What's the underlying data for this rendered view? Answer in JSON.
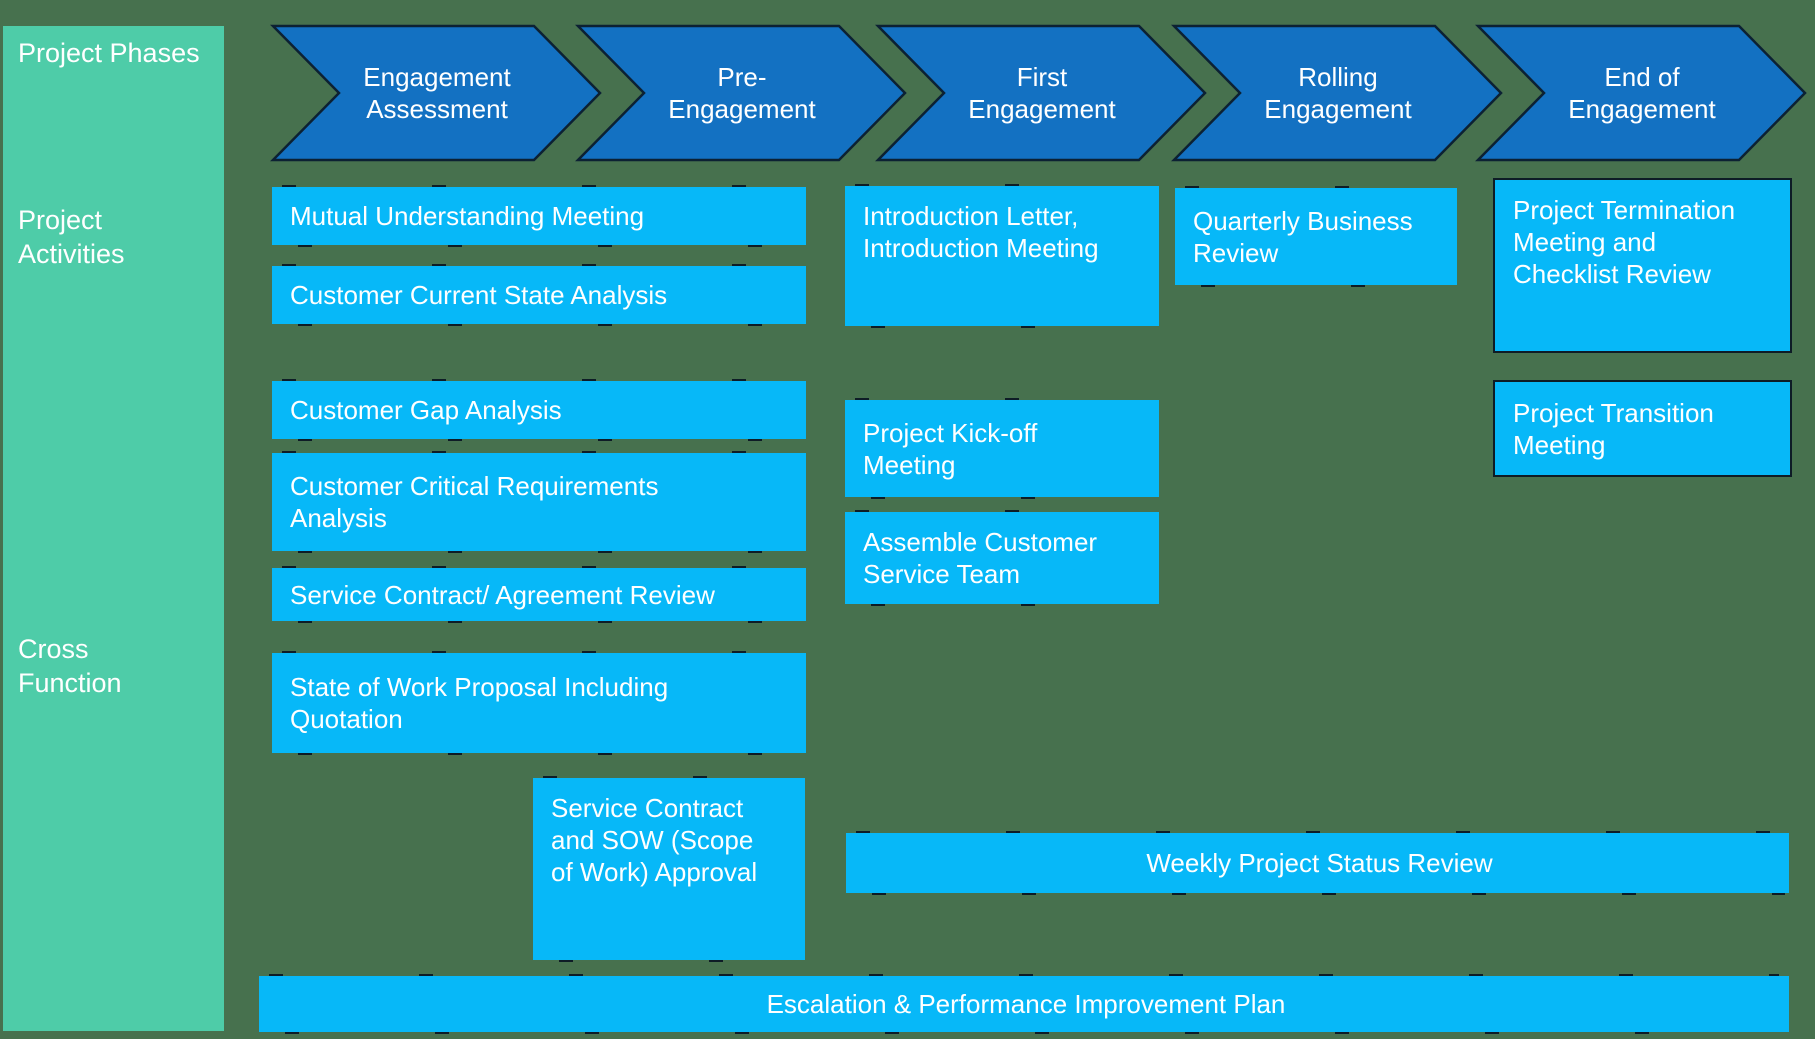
{
  "colors": {
    "bg": "#47714E",
    "sidebar": "#4ECCA8",
    "box": "#07B8F8",
    "chevron": "#1371C2",
    "chevron_border": "#0C2133",
    "tick": "#0E1C26",
    "text": "#FFFFFF"
  },
  "sidebar": {
    "labels": [
      "Project Phases",
      "Project\nActivities",
      "Cross\nFunction"
    ]
  },
  "phases": [
    {
      "label": "Engagement\nAssessment"
    },
    {
      "label": "Pre-\nEngagement"
    },
    {
      "label": "First\nEngagement"
    },
    {
      "label": "Rolling\nEngagement"
    },
    {
      "label": "End of\nEngagement"
    }
  ],
  "boxes": [
    {
      "label": "Mutual Understanding Meeting"
    },
    {
      "label": "Customer Current State Analysis"
    },
    {
      "label": "Customer Gap Analysis"
    },
    {
      "label": "Customer Critical Requirements\nAnalysis"
    },
    {
      "label": "Service Contract/ Agreement Review"
    },
    {
      "label": "State of Work Proposal Including\nQuotation"
    },
    {
      "label": "Service Contract\nand SOW (Scope\nof Work) Approval"
    },
    {
      "label": "Introduction Letter,\nIntroduction Meeting"
    },
    {
      "label": "Project Kick-off\nMeeting"
    },
    {
      "label": "Assemble Customer\nService Team"
    },
    {
      "label": "Quarterly Business\nReview"
    },
    {
      "label": "Project Termination\nMeeting and\nChecklist Review"
    },
    {
      "label": "Project Transition\nMeeting"
    },
    {
      "label": "Weekly Project Status Review"
    },
    {
      "label": "Escalation & Performance Improvement Plan"
    }
  ]
}
